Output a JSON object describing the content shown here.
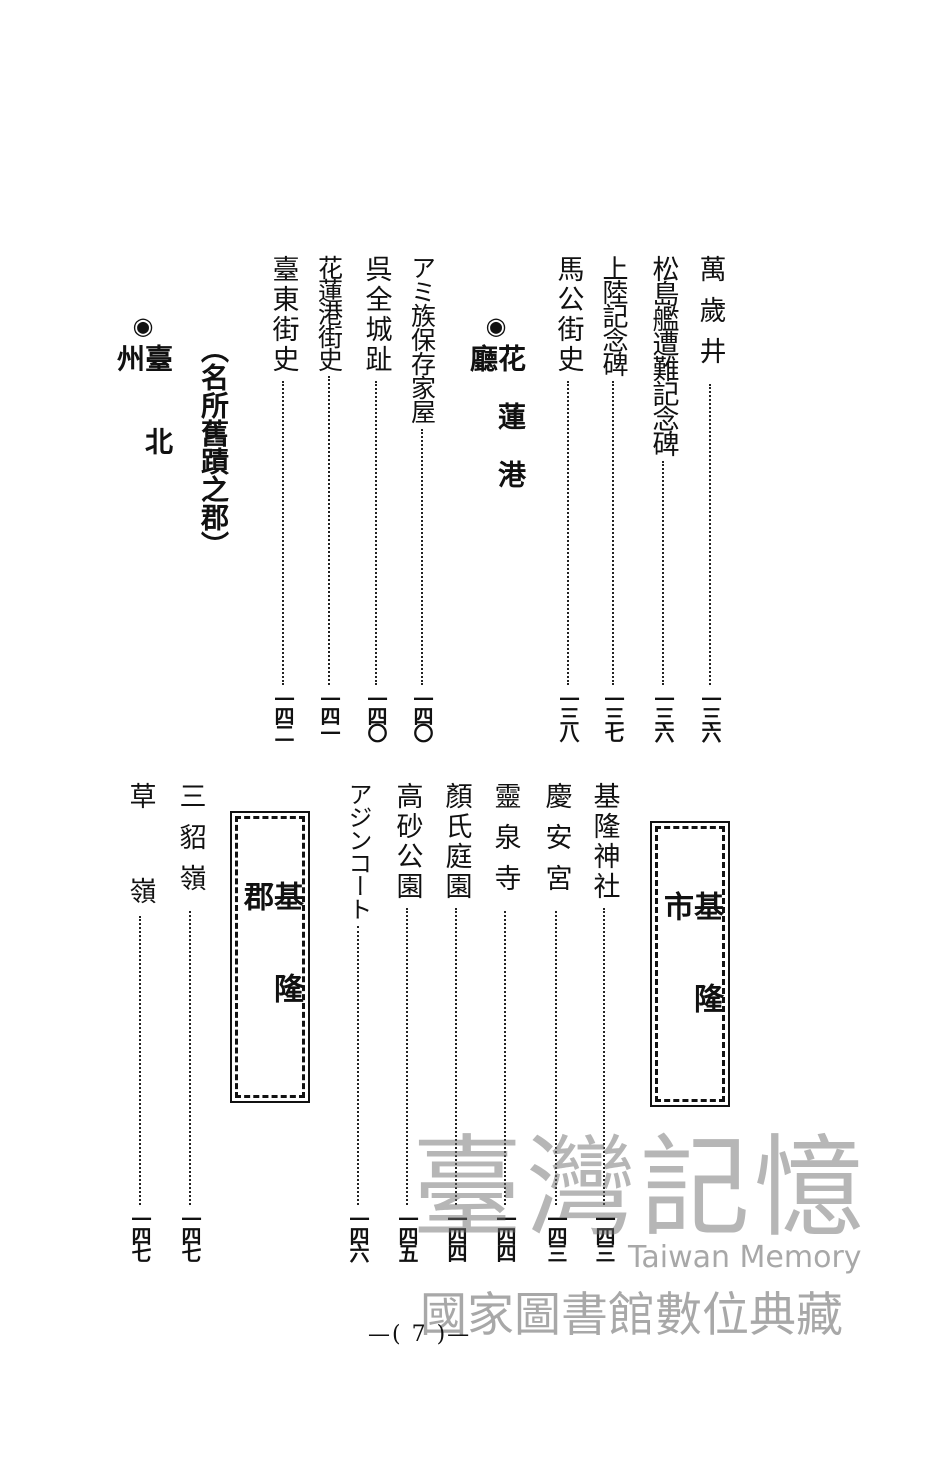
{
  "contents": {
    "upper": [
      {
        "label": "萬歲井",
        "page": "一三六"
      },
      {
        "label": "松島艦遭難記念碑",
        "page": "一三六"
      },
      {
        "label": "上陸記念碑",
        "page": "一三七"
      },
      {
        "label": "馬公街史",
        "page": "一三八"
      }
    ],
    "hualien_heading": {
      "marker": "◉",
      "label": "花蓮港廳"
    },
    "hualien": [
      {
        "label": "アミ族保存家屋",
        "page": "一四〇"
      },
      {
        "label": "呉全城趾",
        "page": "一四〇"
      },
      {
        "label": "花蓮港街史",
        "page": "一四一"
      },
      {
        "label": "臺東街史",
        "page": "一四二"
      }
    ],
    "subheading": "（名所舊蹟之郡）",
    "taipei_heading": {
      "marker": "◉",
      "label": "臺北州"
    },
    "keelung_city_box": "基隆市",
    "keelung_city": [
      {
        "label": "基隆神社",
        "page": "一四三"
      },
      {
        "label": "慶安宮",
        "page": "一四三"
      },
      {
        "label": "靈泉寺",
        "page": "一四四"
      },
      {
        "label": "顏氏庭園",
        "page": "一四四"
      },
      {
        "label": "高砂公園",
        "page": "一四五"
      },
      {
        "label": "アジンコート",
        "page": "一四六"
      }
    ],
    "keelung_district_box": "基隆郡",
    "keelung_district": [
      {
        "label": "三貂嶺",
        "page": "一四七"
      },
      {
        "label": "草嶺",
        "page": "一四七"
      }
    ]
  },
  "page_number": "—( 7 )—",
  "watermark": {
    "title": "臺灣記憶",
    "english": "Taiwan Memory",
    "institution": "國家圖書館數位典藏"
  }
}
